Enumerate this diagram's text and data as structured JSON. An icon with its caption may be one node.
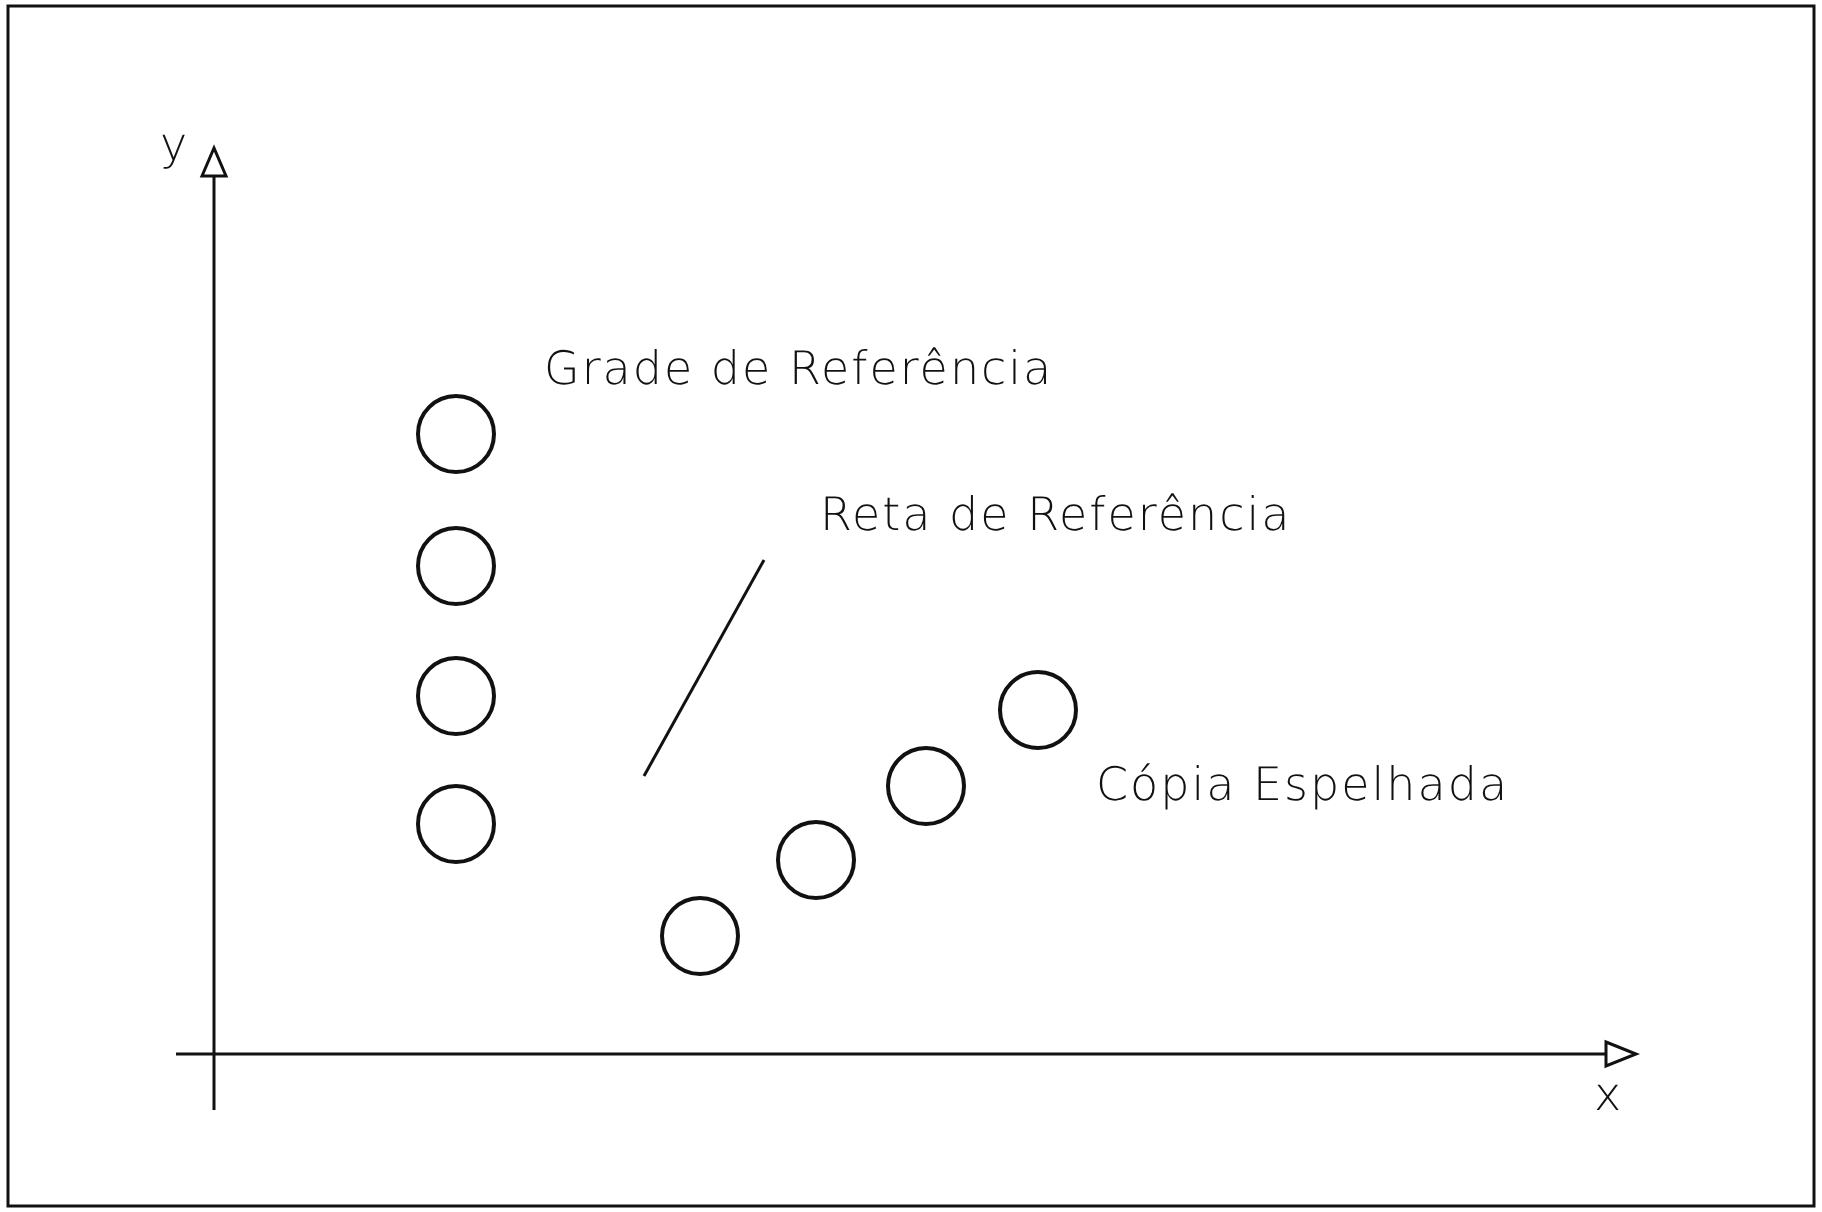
{
  "diagram": {
    "nodes": [
      {
        "text": [],
        "shape": "circle"
      },
      {
        "text": [],
        "shape": "circle"
      },
      {
        "text": [],
        "shape": "circle"
      },
      {
        "text": [],
        "shape": "circle"
      },
      {
        "text": [],
        "shape": "circle"
      },
      {
        "text": [],
        "shape": "circle"
      },
      {
        "text": [],
        "shape": "circle"
      },
      {
        "text": [],
        "shape": "circle"
      }
    ],
    "labels": [
      "y",
      "Grade de Referência",
      "Reta de Referência",
      "Cópia Espelhada",
      "x"
    ]
  }
}
